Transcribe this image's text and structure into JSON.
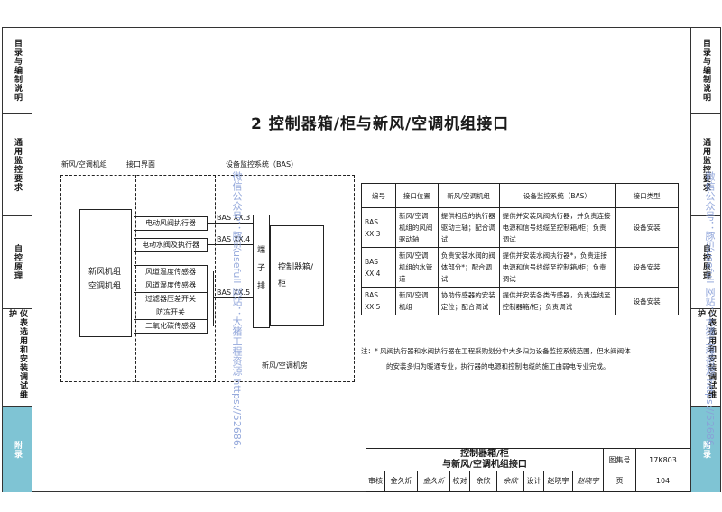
{
  "sidebar_left": {
    "tabs": [
      {
        "label": "目录与编制说明"
      },
      {
        "label": "通用监控要求"
      },
      {
        "label": "自控原理"
      },
      {
        "label": "仪表选用和安装调试维护"
      },
      {
        "label": "附录"
      }
    ]
  },
  "sidebar_right": {
    "tabs": [
      {
        "label": "目录与编制说明"
      },
      {
        "label": "通用监控要求"
      },
      {
        "label": "自控原理"
      },
      {
        "label": "仪表选用和安装调试维护"
      },
      {
        "label": "附录"
      }
    ]
  },
  "page_title": "2 控制器箱/柜与新风/空调机组接口",
  "diagram": {
    "header_unit": "新风/空调机组",
    "header_interface": "接口界面",
    "header_bas": "设备监控系统（BAS）",
    "unit_box_line1": "新风机组",
    "unit_box_line2": "空调机组",
    "sensors": [
      "电动风阀执行器",
      "电动水阀及执行器",
      "风道温度传感器",
      "风道湿度传感器",
      "过滤器压差开关",
      "防冻开关",
      "二氧化碳传感器"
    ],
    "bas_codes": [
      "BAS XX.3",
      "BAS XX.4",
      "BAS XX.5"
    ],
    "terminal_label": "端子排",
    "controller_label": "控制器箱/柜",
    "room_label": "新风/空调机房"
  },
  "table": {
    "headers": [
      "编号",
      "接口位置",
      "新风/空调机组",
      "设备监控系统（BAS）",
      "接口类型"
    ],
    "rows": [
      {
        "id": "BAS XX.3",
        "position": "新风/空调机组的风阀驱动轴",
        "unit": "提供相应的执行器驱动主轴；配合调试",
        "bas": "提供并安装风阀执行器，并负责连接电源和信号线缆至控制箱/柜；负责调试",
        "type": "设备安装"
      },
      {
        "id": "BAS XX.4",
        "position": "新风/空调机组的水管道",
        "unit": "负责安装水阀的阀体部分*；配合调试",
        "bas": "提供并安装水阀执行器*，负责连接电源和信号线缆至控制箱/柜；负责调试",
        "type": "设备安装"
      },
      {
        "id": "BAS XX.5",
        "position": "新风/空调机组",
        "unit": "协助传感器的安装定位；配合调试",
        "bas": "提供并安装各类传感器，负责连线至控制器箱/柜；负责调试",
        "type": "设备安装"
      }
    ],
    "note_line1": "注：* 风阀执行器和水阀执行器在工程采购划分中大多归为设备监控系统范围，但水阀阀体",
    "note_line2": "的安装多归为暖通专业，执行器的电源和控制电缆的施工由弱电专业完成。"
  },
  "footer": {
    "drawing_title_line1": "控制器箱/柜",
    "drawing_title_line2": "与新风/空调机组接口",
    "atlas_label": "图集号",
    "atlas_value": "17K803",
    "review_label": "审核",
    "review_name": "金久炘",
    "review_sign": "金久炘",
    "check_label": "校对",
    "check_name": "余欣",
    "check_sign": "余欣",
    "design_label": "设计",
    "design_name": "赵晓宇",
    "design_sign": "赵晓宇",
    "page_label": "页",
    "page_value": "104"
  },
  "watermarks": {
    "left": "微信公众号：豚贝usefull 网站：大猪工程资源 https://52686.",
    "right": "微信公众号：豚贝usefull 网站：大猪工程资源 https://52686."
  }
}
